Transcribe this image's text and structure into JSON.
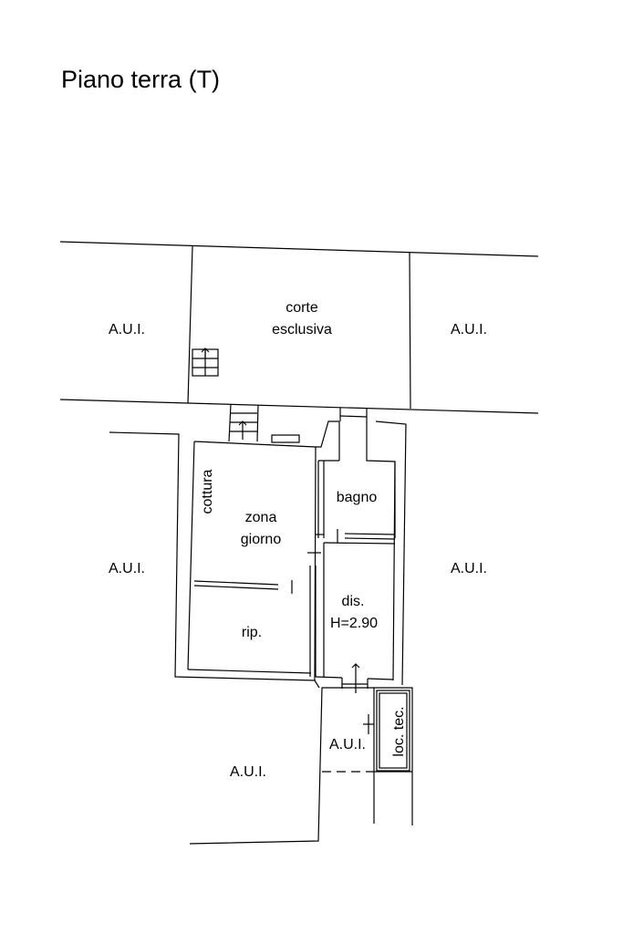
{
  "title": "Piano terra (T)",
  "labels": {
    "corte_line1": "corte",
    "corte_line2": "esclusiva",
    "aui_top_left": "A.U.I.",
    "aui_top_right": "A.U.I.",
    "aui_mid_left": "A.U.I.",
    "aui_mid_right": "A.U.I.",
    "aui_bottom_left": "A.U.I.",
    "aui_bottom_center": "A.U.I.",
    "cottura": "cottura",
    "zona_line1": "zona",
    "zona_line2": "giorno",
    "bagno": "bagno",
    "rip": "rip.",
    "dis_line1": "dis.",
    "dis_line2": "H=2.90",
    "loc_tec": "loc. tec."
  }
}
